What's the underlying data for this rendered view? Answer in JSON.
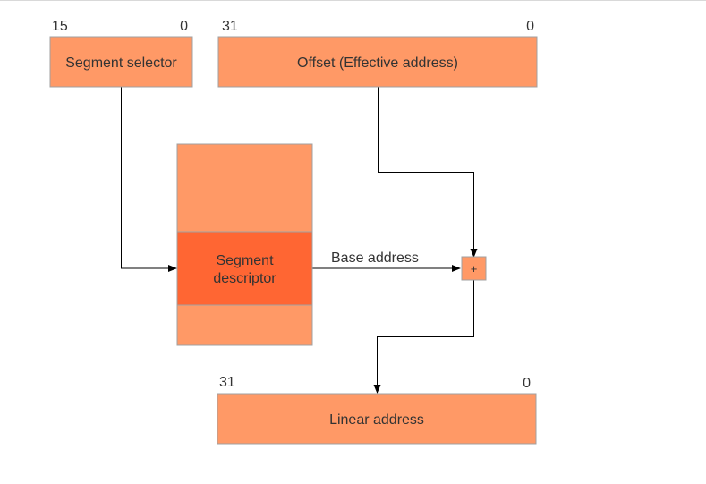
{
  "colors": {
    "box_fill": "#ff9966",
    "box_stroke": "#a0a0a0",
    "descriptor_fill": "#ff6633",
    "line": "#000000",
    "text": "#333333"
  },
  "segment_selector": {
    "label": "Segment selector",
    "high_bit": "15",
    "low_bit": "0"
  },
  "offset": {
    "label": "Offset (Effective address)",
    "high_bit": "31",
    "low_bit": "0"
  },
  "descriptor_table": {
    "descriptor_label_line1": "Segment",
    "descriptor_label_line2": "descriptor"
  },
  "base_address_label": "Base address",
  "adder": {
    "symbol": "+"
  },
  "linear_address": {
    "label": "Linear address",
    "high_bit": "31",
    "low_bit": "0"
  }
}
